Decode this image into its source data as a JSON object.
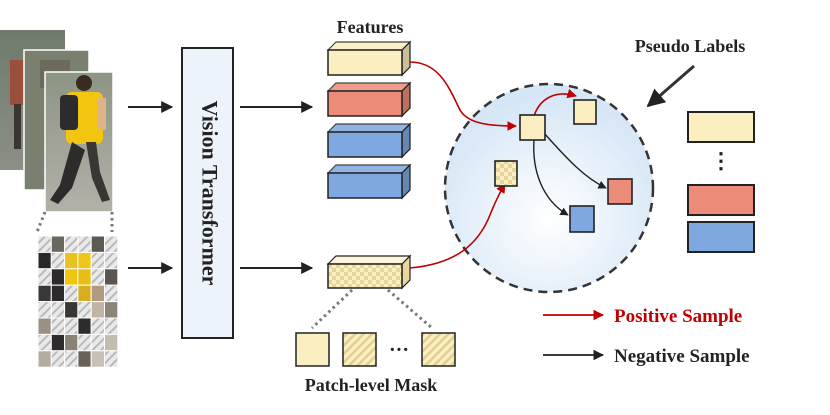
{
  "labels": {
    "model": "Vision Transformer",
    "features": "Features",
    "pseudo_labels": "Pseudo Labels",
    "patch_mask": "Patch-level Mask",
    "ellipsis": "···",
    "vdots": "⋮",
    "legend_positive": "Positive Sample",
    "legend_negative": "Negative Sample"
  },
  "colors": {
    "yellow": "#fbeec0",
    "red": "#ec8b78",
    "blue": "#7fa8e0",
    "transformer_fill": "#edf3fb",
    "positive_arrow": "#c00000",
    "negative_arrow": "#222222",
    "cluster_fill": "#e3eef8",
    "person_shirt": "#f2c511",
    "person_dark": "#2d2b2c"
  },
  "features": [
    {
      "name": "feature-yellow",
      "color": "yellow"
    },
    {
      "name": "feature-red",
      "color": "red"
    },
    {
      "name": "feature-blue-1",
      "color": "blue"
    },
    {
      "name": "feature-blue-2",
      "color": "blue"
    }
  ],
  "pseudo_label_stack": [
    "yellow",
    "red",
    "blue"
  ]
}
